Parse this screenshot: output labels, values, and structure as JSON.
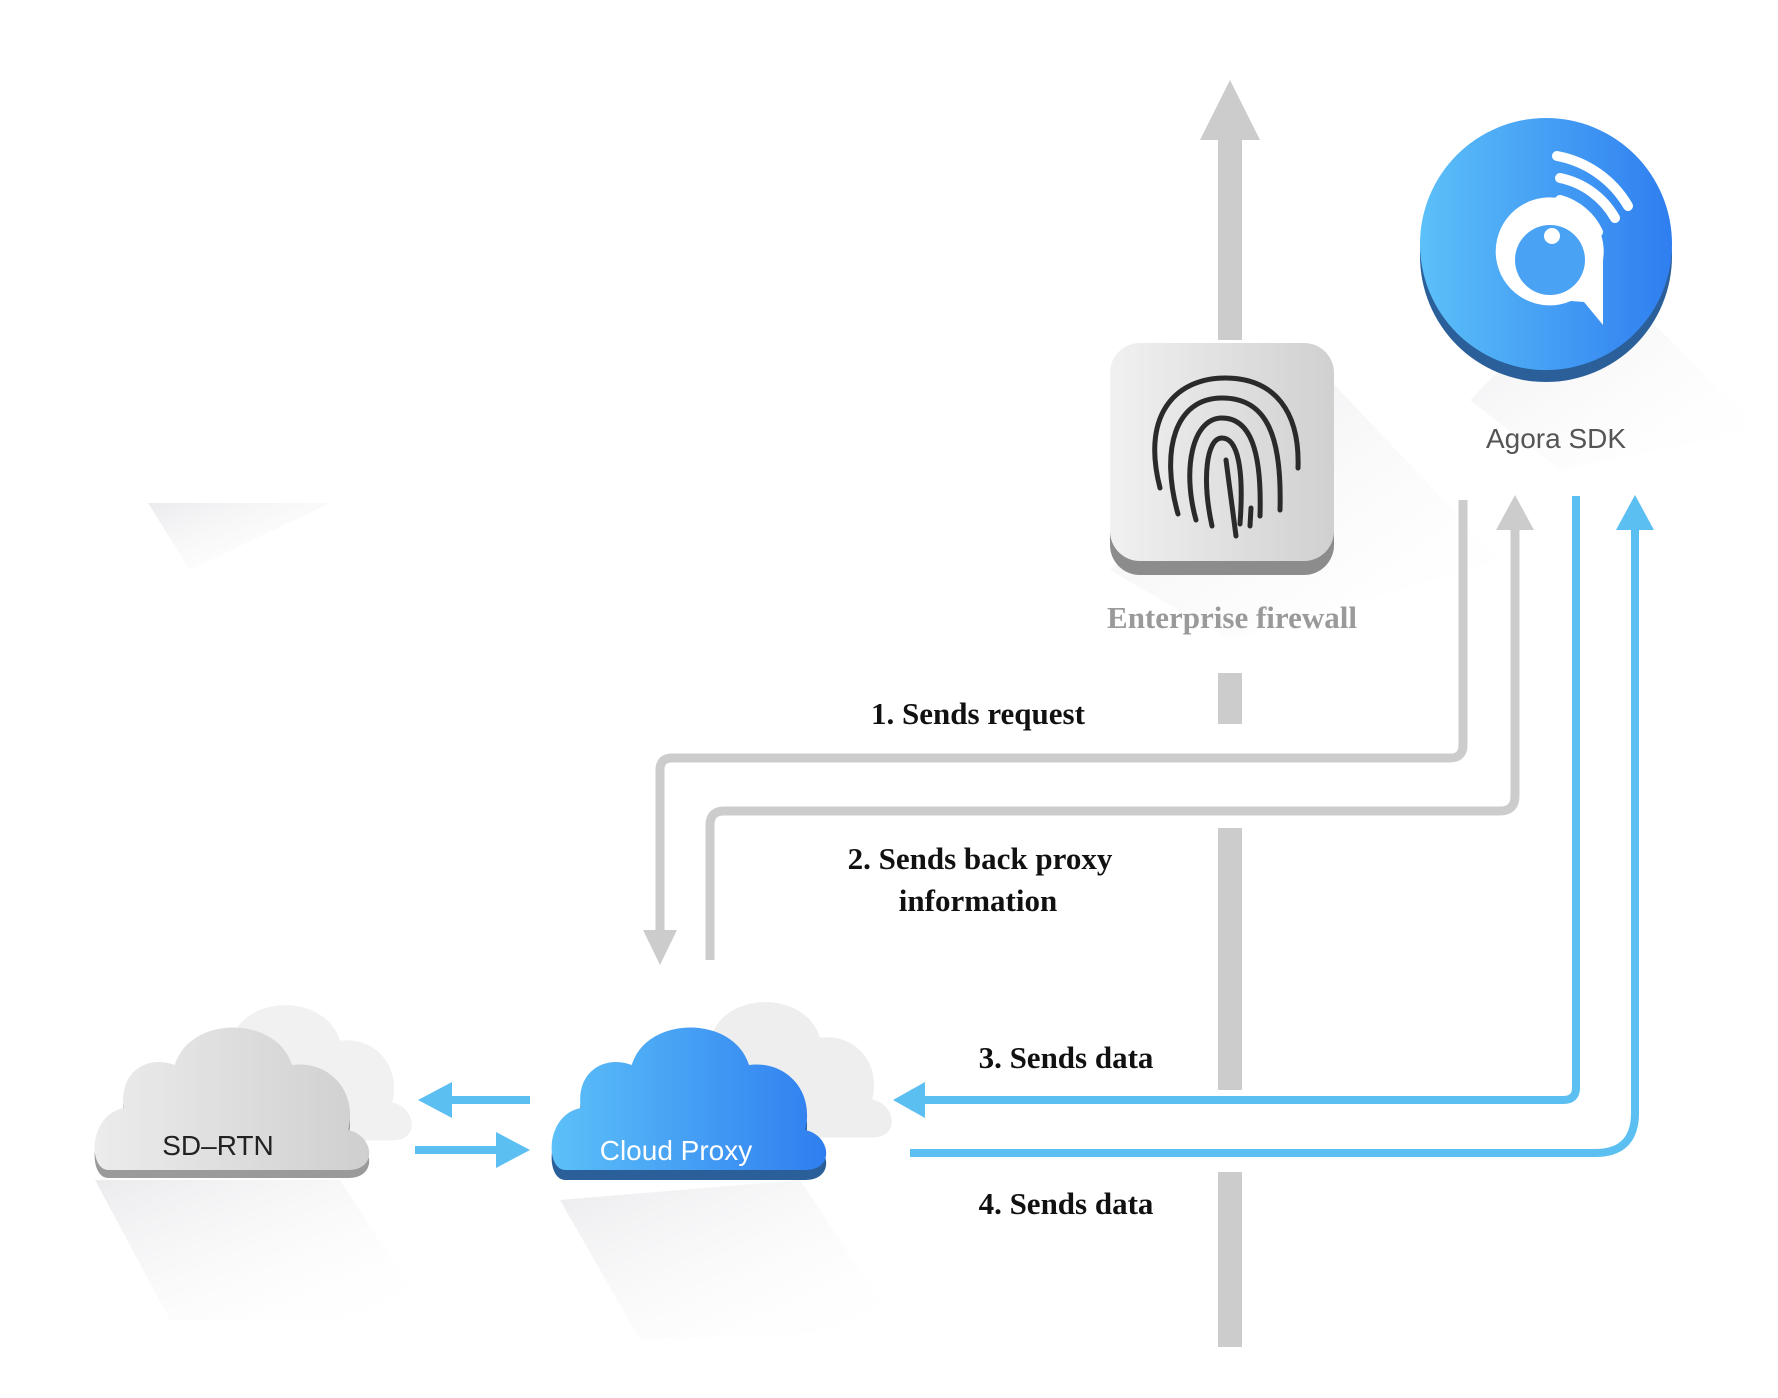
{
  "diagram": {
    "title": "Agora Cloud Proxy connection flow",
    "nodes": {
      "agora_sdk": {
        "label": "Agora SDK",
        "icon": "agora-logo-icon"
      },
      "firewall": {
        "label": "Enterprise firewall",
        "icon": "fingerprint-icon"
      },
      "cloud_proxy": {
        "label": "Cloud Proxy",
        "icon": "cloud-icon"
      },
      "sd_rtn": {
        "label": "SD–RTN",
        "icon": "cloud-icon"
      }
    },
    "steps": [
      {
        "label": "1. Sends request",
        "from": "Agora SDK",
        "to": "Cloud Proxy"
      },
      {
        "label_line1": "2. Sends back proxy",
        "label_line2": "information",
        "from": "Cloud Proxy",
        "to": "Agora SDK"
      },
      {
        "label": "3. Sends data",
        "from": "Agora SDK",
        "to": "Cloud Proxy"
      },
      {
        "label": "4. Sends data",
        "from": "Cloud Proxy",
        "to": "Agora SDK"
      }
    ],
    "links": [
      {
        "from": "Cloud Proxy",
        "to": "SD–RTN",
        "direction": "bidirectional"
      },
      {
        "from": "Enterprise firewall",
        "to": "outside",
        "direction": "up"
      }
    ],
    "colors": {
      "request_arrow": "#cccccc",
      "data_arrow": "#5bbff2",
      "firewall_bar": "#cccccc",
      "agora_blue_light": "#5cc0f8",
      "agora_blue_dark": "#2f7ef0",
      "cloud_gray": "#dcdcdc",
      "label_dark": "#111111",
      "label_gray": "#9a9a9a"
    }
  }
}
